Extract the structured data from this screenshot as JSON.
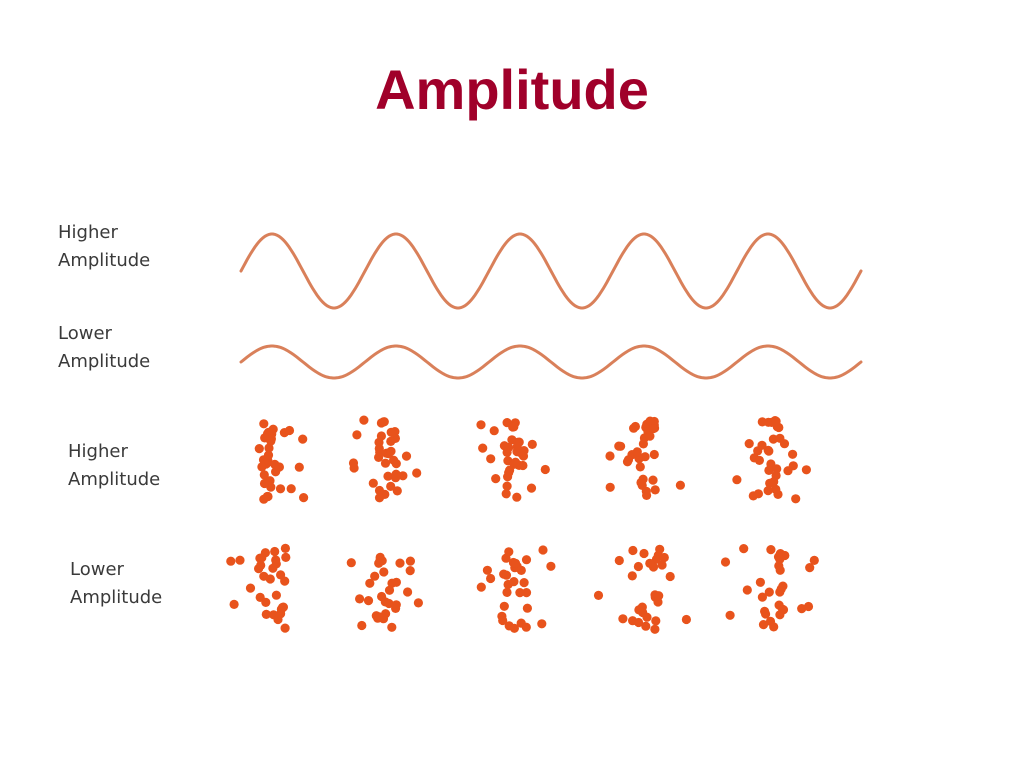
{
  "slide": {
    "title": "Amplitude",
    "title_color": "#a0002a"
  },
  "rows": [
    {
      "kind": "wave",
      "line1": "Higher",
      "line2": "Amplitude",
      "amplitude": "higher"
    },
    {
      "kind": "wave",
      "line1": "Lower",
      "line2": "Amplitude",
      "amplitude": "lower"
    },
    {
      "kind": "particles",
      "line1": "Higher",
      "line2": "Amplitude",
      "amplitude": "higher"
    },
    {
      "kind": "particles",
      "line1": "Lower",
      "line2": "Amplitude",
      "amplitude": "lower"
    }
  ],
  "colors": {
    "wave": "#d9805a",
    "particle": "#e8531c",
    "label": "#3a3a3a"
  },
  "wave_cycles": 5,
  "particle_clusters": 5
}
